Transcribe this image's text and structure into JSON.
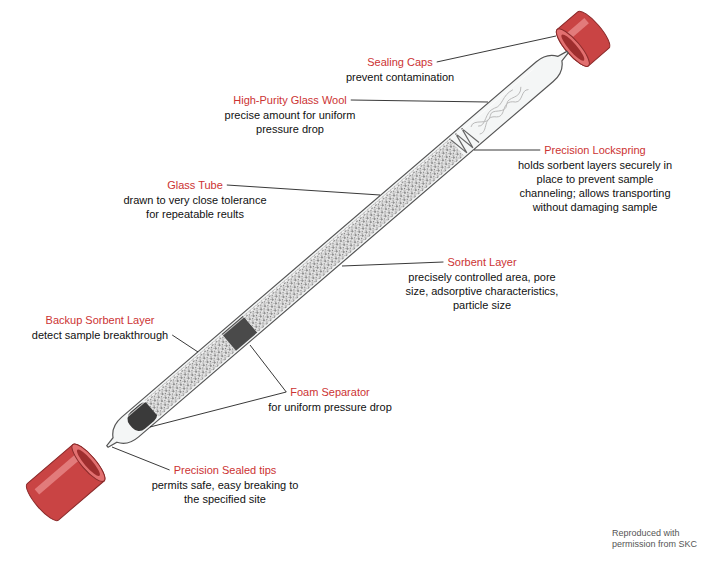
{
  "diagram": {
    "labels": [
      "Sealing Caps",
      "prevent contamination",
      "High-Purity Glass Wool",
      "precise amount for uniform pressure drop",
      "Precision Lockspring",
      "holds sorbent layers securely in place to prevent sample channeling; allows transporting without damaging sample",
      "Glass Tube",
      "drawn to very close tolerance for repeatable reults",
      "Sorbent Layer",
      "precisely controlled area, pore size, adsorptive characteristics, particle size",
      "Backup Sorbent Layer",
      "detect sample breakthrough",
      "Foam Separator",
      "for uniform pressure drop",
      "Precision Sealed tips",
      "permits safe, easy breaking to the specified site",
      "Reproduced with permission from SKC"
    ]
  }
}
